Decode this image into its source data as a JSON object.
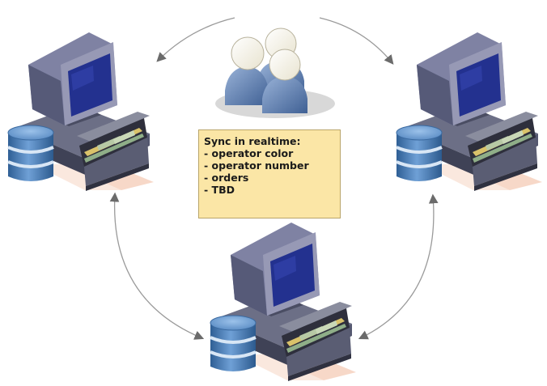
{
  "note": {
    "title": "Sync in realtime:",
    "items": [
      "- operator color",
      "- operator number",
      "- orders",
      "- TBD"
    ]
  },
  "icons": {
    "workstation": "pos-terminal-icon",
    "database": "database-icon",
    "users": "users-group-icon",
    "arrow": "sync-arrow"
  },
  "colors": {
    "monitor": "#7f7fa6",
    "screen": "#23318f",
    "database": "#4b7fb8",
    "note_bg": "#fbe6a6",
    "people": "#6f8fbf"
  }
}
